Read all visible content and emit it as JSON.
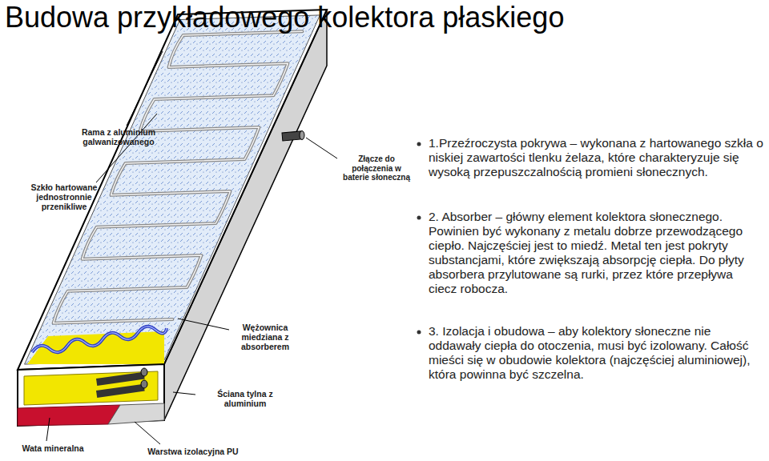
{
  "diagram": {
    "title": "Budowa przykładowego kolektora płaskiego",
    "labels": [
      "Rama z aluminium galwanizowanego",
      "Złącze do połączenia w baterie słoneczną",
      "Szkło hartowane jednostronnie przenikliwe",
      "Wężownica miedziana z absorberem",
      "Ściana tylna z aluminium",
      "Wata mineralna",
      "Warstwa izolacyjna PU",
      "1.Przeźroczysta pokrywa – wykonana z hartowanego szkła o niskiej zawartości tlenku żelaza, które charakteryzuje się wysoką przepuszczalnością promieni słonecznych.",
      "2. Absorber – główny element kolektora słonecznego. Powinien być wykonany z metalu dobrze przewodzącego ciepło. Najczęściej jest to miedź. Metal ten jest pokryty substancjami, które zwiększają absorpcję ciepła. Do płyty absorbera przylutowane są rurki, przez które przepływa ciecz robocza.",
      "3. Izolacja i obudowa – aby kolektory słoneczne nie oddawały ciepła do otoczenia, musi być izolowany. Całość mieści się w obudowie kolektora (najczęściej aluminiowej), która powinna być szczelna."
    ]
  }
}
